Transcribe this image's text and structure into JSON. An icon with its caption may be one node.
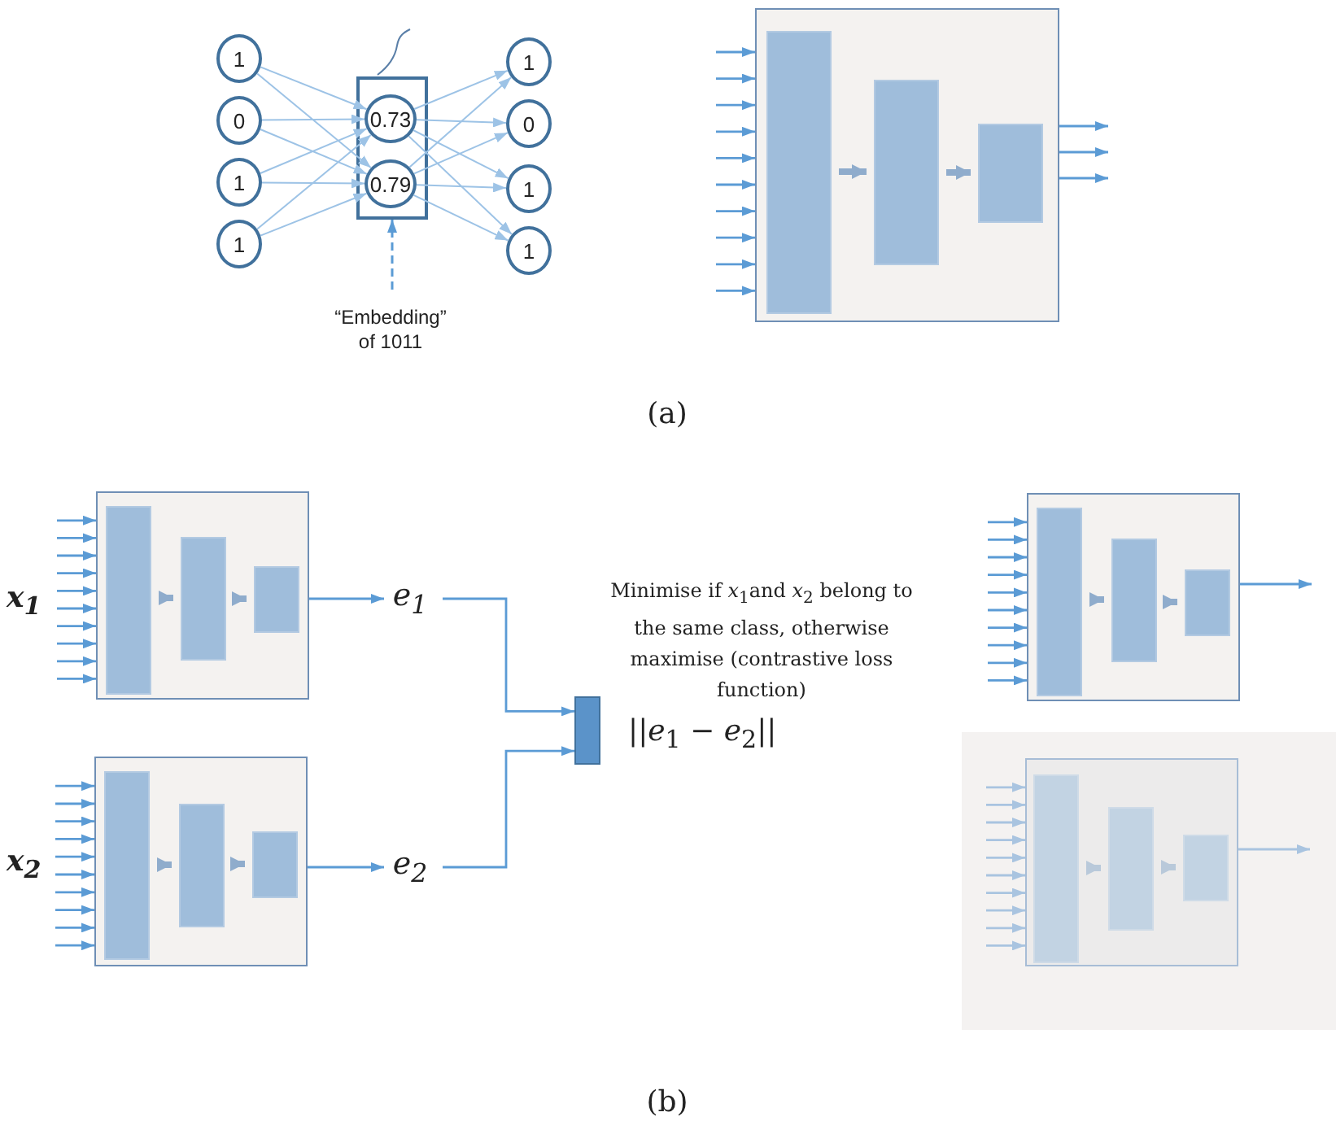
{
  "diagram": {
    "nodes": [
      {
        "text": [
          "1"
        ]
      },
      {
        "text": [
          "0"
        ]
      },
      {
        "text": [
          "1"
        ]
      },
      {
        "text": [
          "1"
        ]
      },
      {
        "text": [],
        "shape": "box"
      },
      {
        "text": [
          "0.73"
        ],
        "in": 4
      },
      {
        "text": [
          "0.79"
        ],
        "in": 4
      },
      {
        "text": [
          "1"
        ]
      },
      {
        "text": [
          "0"
        ]
      },
      {
        "text": [
          "1"
        ]
      },
      {
        "text": [
          "1"
        ]
      },
      {
        "text": [
          "“Embedding” of 1011"
        ]
      },
      {
        "text": [],
        "shape": "box"
      },
      {
        "text": [],
        "shape": "box",
        "in": 12
      },
      {
        "text": [],
        "shape": "box",
        "in": 12
      },
      {
        "text": [],
        "shape": "box",
        "in": 12
      },
      {
        "text": [],
        "shape": "box"
      },
      {
        "text": [],
        "shape": "box",
        "in": 16
      },
      {
        "text": [],
        "shape": "box",
        "in": 16
      },
      {
        "text": [],
        "shape": "box",
        "in": 16
      },
      {
        "text": [
          "*e*$_{1}$"
        ]
      },
      {
        "text": [],
        "shape": "box"
      },
      {
        "text": [],
        "shape": "box",
        "in": 21
      },
      {
        "text": [],
        "shape": "box",
        "in": 21
      },
      {
        "text": [],
        "shape": "box",
        "in": 21
      },
      {
        "text": [
          "*e*$_{2}$"
        ]
      },
      {
        "text": [],
        "shape": "box"
      },
      {
        "text": [],
        "shape": "box"
      },
      {
        "text": [],
        "shape": "box",
        "in": 27
      },
      {
        "text": [],
        "shape": "box",
        "in": 27
      },
      {
        "text": [],
        "shape": "box",
        "in": 27
      },
      {
        "text": [],
        "shape": "box"
      },
      {
        "text": [],
        "shape": "box",
        "in": 31
      },
      {
        "text": [],
        "shape": "box",
        "in": 32
      },
      {
        "text": [],
        "shape": "box",
        "in": 32
      },
      {
        "text": [],
        "shape": "box",
        "in": 32
      }
    ],
    "edges": [
      {
        "from": 0,
        "to": 5,
        "arrow": "to"
      },
      {
        "from": 0,
        "to": 6,
        "arrow": "to"
      },
      {
        "from": 1,
        "to": 5,
        "arrow": "to"
      },
      {
        "from": 1,
        "to": 6,
        "arrow": "to"
      },
      {
        "from": 2,
        "to": 5,
        "arrow": "to"
      },
      {
        "from": 2,
        "to": 6,
        "arrow": "to"
      },
      {
        "from": 3,
        "to": 5,
        "arrow": "to"
      },
      {
        "from": 3,
        "to": 6,
        "arrow": "to"
      },
      {
        "from": 5,
        "to": 7,
        "arrow": "to"
      },
      {
        "from": 5,
        "to": 8,
        "arrow": "to"
      },
      {
        "from": 5,
        "to": 9,
        "arrow": "to"
      },
      {
        "from": 5,
        "to": 10,
        "arrow": "to"
      },
      {
        "from": 6,
        "to": 7,
        "arrow": "to"
      },
      {
        "from": 6,
        "to": 8,
        "arrow": "to"
      },
      {
        "from": 6,
        "to": 9,
        "arrow": "to"
      },
      {
        "from": 6,
        "to": 10,
        "arrow": "to"
      },
      {
        "from": 11,
        "to": 4,
        "arrow": "to",
        "style": "dashed"
      },
      {
        "from": null,
        "to": 12,
        "arrow": "to"
      },
      {
        "from": null,
        "to": 12,
        "arrow": "to"
      },
      {
        "from": null,
        "to": 12,
        "arrow": "to"
      },
      {
        "from": null,
        "to": 12,
        "arrow": "to"
      },
      {
        "from": null,
        "to": 12,
        "arrow": "to"
      },
      {
        "from": null,
        "to": 12,
        "arrow": "to"
      },
      {
        "from": null,
        "to": 12,
        "arrow": "to"
      },
      {
        "from": null,
        "to": 12,
        "arrow": "to"
      },
      {
        "from": null,
        "to": 12,
        "arrow": "to"
      },
      {
        "from": null,
        "to": 12,
        "arrow": "to"
      },
      {
        "from": 13,
        "to": 14,
        "arrow": "to",
        "style": "thick",
        "color": "#8faccc"
      },
      {
        "from": 14,
        "to": 15,
        "arrow": "to",
        "style": "thick",
        "color": "#8faccc"
      },
      {
        "from": 12,
        "to": null,
        "arrow": "to"
      },
      {
        "from": 12,
        "to": null,
        "arrow": "to"
      },
      {
        "from": 12,
        "to": null,
        "arrow": "to"
      },
      {
        "from": null,
        "to": 16,
        "arrow": "to"
      },
      {
        "from": null,
        "to": 16,
        "arrow": "to"
      },
      {
        "from": null,
        "to": 16,
        "arrow": "to"
      },
      {
        "from": null,
        "to": 16,
        "arrow": "to"
      },
      {
        "from": null,
        "to": 16,
        "arrow": "to"
      },
      {
        "from": null,
        "to": 16,
        "arrow": "to"
      },
      {
        "from": null,
        "to": 16,
        "arrow": "to"
      },
      {
        "from": null,
        "to": 16,
        "arrow": "to"
      },
      {
        "from": null,
        "to": 16,
        "arrow": "to"
      },
      {
        "from": null,
        "to": 16,
        "arrow": "to"
      },
      {
        "from": 17,
        "to": 18,
        "arrow": "to",
        "style": "thick",
        "color": "#8faccc"
      },
      {
        "from": 18,
        "to": 19,
        "arrow": "to",
        "style": "thick",
        "color": "#8faccc"
      },
      {
        "from": 16,
        "to": 20,
        "arrow": "to"
      },
      {
        "from": 20,
        "to": 26,
        "arrow": "to"
      },
      {
        "from": null,
        "to": 21,
        "arrow": "to"
      },
      {
        "from": null,
        "to": 21,
        "arrow": "to"
      },
      {
        "from": null,
        "to": 21,
        "arrow": "to"
      },
      {
        "from": null,
        "to": 21,
        "arrow": "to"
      },
      {
        "from": null,
        "to": 21,
        "arrow": "to"
      },
      {
        "from": null,
        "to": 21,
        "arrow": "to"
      },
      {
        "from": null,
        "to": 21,
        "arrow": "to"
      },
      {
        "from": null,
        "to": 21,
        "arrow": "to"
      },
      {
        "from": null,
        "to": 21,
        "arrow": "to"
      },
      {
        "from": null,
        "to": 21,
        "arrow": "to"
      },
      {
        "from": 22,
        "to": 23,
        "arrow": "to",
        "style": "thick",
        "color": "#8faccc"
      },
      {
        "from": 23,
        "to": 24,
        "arrow": "to",
        "style": "thick",
        "color": "#8faccc"
      },
      {
        "from": 21,
        "to": 25,
        "arrow": "to"
      },
      {
        "from": 25,
        "to": 26,
        "arrow": "to"
      },
      {
        "from": null,
        "to": 27,
        "arrow": "to"
      },
      {
        "from": null,
        "to": 27,
        "arrow": "to"
      },
      {
        "from": null,
        "to": 27,
        "arrow": "to"
      },
      {
        "from": null,
        "to": 27,
        "arrow": "to"
      },
      {
        "from": null,
        "to": 27,
        "arrow": "to"
      },
      {
        "from": null,
        "to": 27,
        "arrow": "to"
      },
      {
        "from": null,
        "to": 27,
        "arrow": "to"
      },
      {
        "from": null,
        "to": 27,
        "arrow": "to"
      },
      {
        "from": null,
        "to": 27,
        "arrow": "to"
      },
      {
        "from": null,
        "to": 27,
        "arrow": "to"
      },
      {
        "from": 28,
        "to": 29,
        "arrow": "to",
        "style": "thick",
        "color": "#8faccc"
      },
      {
        "from": 29,
        "to": 30,
        "arrow": "to",
        "style": "thick",
        "color": "#8faccc"
      },
      {
        "from": 27,
        "to": null,
        "arrow": "to"
      },
      {
        "from": null,
        "to": 32,
        "arrow": "to",
        "color": "#a9c4e0"
      },
      {
        "from": null,
        "to": 32,
        "arrow": "to",
        "color": "#a9c4e0"
      },
      {
        "from": null,
        "to": 32,
        "arrow": "to",
        "color": "#a9c4e0"
      },
      {
        "from": null,
        "to": 32,
        "arrow": "to",
        "color": "#a9c4e0"
      },
      {
        "from": null,
        "to": 32,
        "arrow": "to",
        "color": "#a9c4e0"
      },
      {
        "from": null,
        "to": 32,
        "arrow": "to",
        "color": "#a9c4e0"
      },
      {
        "from": null,
        "to": 32,
        "arrow": "to",
        "color": "#a9c4e0"
      },
      {
        "from": null,
        "to": 32,
        "arrow": "to",
        "color": "#a9c4e0"
      },
      {
        "from": null,
        "to": 32,
        "arrow": "to",
        "color": "#a9c4e0"
      },
      {
        "from": null,
        "to": 32,
        "arrow": "to",
        "color": "#a9c4e0"
      },
      {
        "from": 33,
        "to": 34,
        "arrow": "to",
        "style": "thick",
        "color": "#b9c9da"
      },
      {
        "from": 34,
        "to": 35,
        "arrow": "to",
        "style": "thick",
        "color": "#b9c9da"
      },
      {
        "from": 32,
        "to": null,
        "arrow": "to",
        "color": "#a9c4e0"
      }
    ],
    "labels": [
      "(a)",
      "x$_{1}$",
      "Minimise if *x*$_{1}$and *x*$_{2}$ belong to the same class, otherwise maximise (contrastive loss function)",
      "||*e*$_{1}$ − *e*$_{2}$||",
      "x$_{2}$",
      "(b)"
    ]
  }
}
